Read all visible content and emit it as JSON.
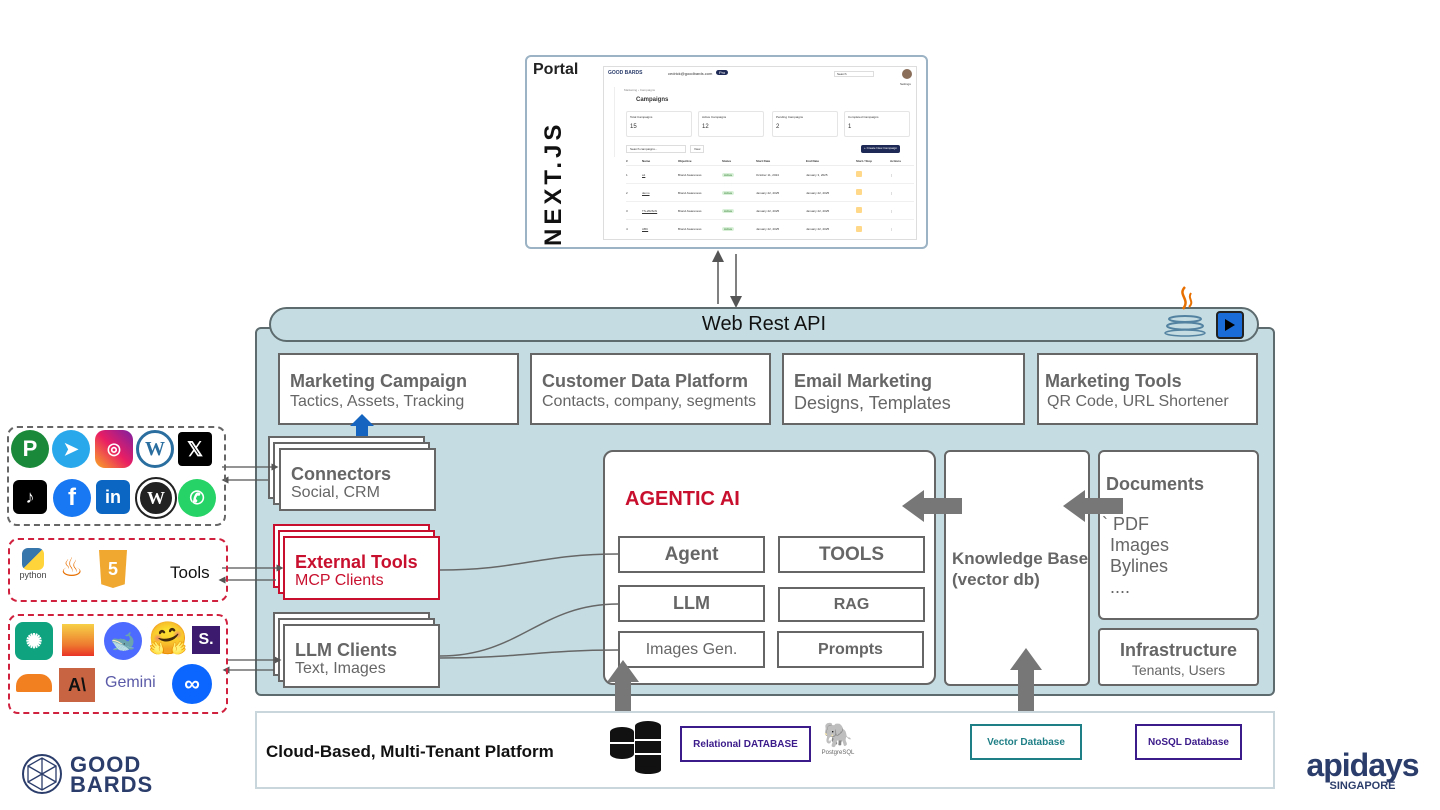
{
  "portal": {
    "label": "Portal",
    "framework": "NEXT.JS",
    "app": {
      "brand": "GOOD BARDS",
      "email": "cedrick@goodbards.com",
      "badge": "Pro",
      "search_placeholder": "Search",
      "settings": "Settings",
      "breadcrumb": [
        "Marketing",
        "Campaigns"
      ],
      "page_title": "Campaigns",
      "stats": [
        {
          "label": "Total Campaigns",
          "value": "15"
        },
        {
          "label": "Active Campaigns",
          "value": "12"
        },
        {
          "label": "Pending Campaigns",
          "value": "2"
        },
        {
          "label": "Completed Campaigns",
          "value": "1"
        }
      ],
      "table_search": "Search campaigns...",
      "view": "View",
      "create_button": "+ Create New Campaign",
      "columns": [
        "#",
        "Name",
        "Objective",
        "Status",
        "Start Date",
        "End Date",
        "Start / Stop",
        "Actions"
      ],
      "rows": [
        {
          "num": "1",
          "name": "a1",
          "objective": "Brand Awareness",
          "status": "Active",
          "start": "October 11, 2024",
          "end": "January 3, 2025"
        },
        {
          "num": "2",
          "name": "demo",
          "objective": "Brand Awareness",
          "status": "Active",
          "start": "January 22, 2025",
          "end": "January 22, 2025"
        },
        {
          "num": "3",
          "name": "TS-2026/AI",
          "objective": "Brand Awareness",
          "status": "Active",
          "start": "January 22, 2025",
          "end": "January 22, 2025"
        },
        {
          "num": "4",
          "name": "ABC",
          "objective": "Brand Awareness",
          "status": "Active",
          "start": "January 22, 2025",
          "end": "January 22, 2025"
        }
      ]
    }
  },
  "api": {
    "label": "Web Rest API"
  },
  "modules": [
    {
      "title": "Marketing Campaign",
      "sub": "Tactics, Assets, Tracking"
    },
    {
      "title": "Customer Data Platform",
      "sub": "Contacts, company, segments"
    },
    {
      "title": "Email Marketing",
      "sub": "Designs, Templates"
    },
    {
      "title": "Marketing Tools",
      "sub": "QR Code, URL Shortener"
    }
  ],
  "connectors": {
    "title": "Connectors",
    "sub": "Social, CRM"
  },
  "external_tools": {
    "title": "External Tools",
    "sub": "MCP Clients"
  },
  "llm_clients": {
    "title": "LLM Clients",
    "sub": "Text, Images"
  },
  "agentic": {
    "title": "AGENTIC AI",
    "cells": [
      "Agent",
      "TOOLS",
      "LLM",
      "RAG",
      "Images Gen.",
      "Prompts"
    ]
  },
  "knowledge": {
    "title": "Knowledge Base",
    "sub": "(vector db)"
  },
  "documents": {
    "title": "Documents",
    "items": [
      "` PDF",
      "Images",
      "Bylines",
      "...."
    ]
  },
  "infrastructure": {
    "title": "Infrastructure",
    "sub": "Tenants, Users"
  },
  "tools_label": "Tools",
  "python_label": "python",
  "platform": {
    "label": "Cloud-Based, Multi-Tenant Platform",
    "relational": "Relational DATABASE",
    "vector": "Vector Database",
    "nosql": "NoSQL Database",
    "postgres_label": "PostgreSQL"
  },
  "social_icons": [
    "pinterest-icon",
    "telegram-icon",
    "instagram-icon",
    "wordpress-icon",
    "x-icon",
    "tiktok-icon",
    "facebook-icon",
    "linkedin-icon",
    "wordpress-alt-icon",
    "whatsapp-icon"
  ],
  "llm_icons": [
    "openai-icon",
    "mistral-icon",
    "deepseek-icon",
    "huggingface-icon",
    "stability-icon",
    "cloudflare-icon",
    "anthropic-icon",
    "gemini-icon",
    "meta-icon"
  ],
  "llm_labels": {
    "anthropic": "A\\",
    "gemini": "Gemini",
    "stability": "S."
  },
  "logos": {
    "goodbards_line1": "GOOD",
    "goodbards_line2": "BARDS",
    "apidays": "apidays",
    "apidays_sub": "SINGAPORE"
  },
  "colors": {
    "panel": "#c5dde2",
    "agentic_red": "#c8102e",
    "db_purple": "#3b1a8a",
    "vector_teal": "#1f7f86",
    "arrow_grey": "#777777",
    "blue_arrow": "#1565c0"
  }
}
